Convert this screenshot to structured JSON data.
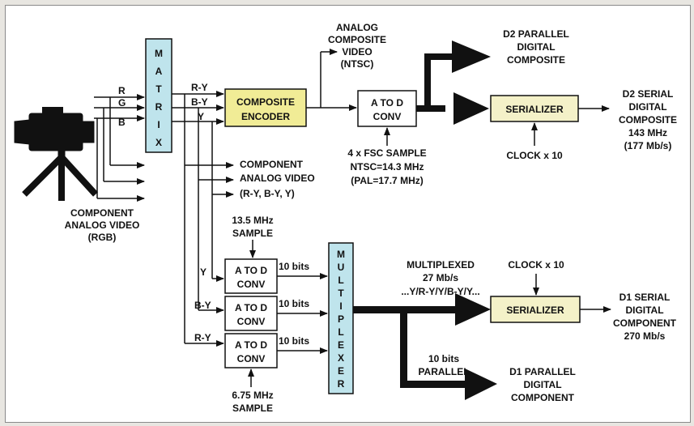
{
  "colors": {
    "line": "#111111",
    "panel": "#ffffff",
    "page_bg": "#e8e6e1",
    "matrix_fill": "#bfe4ec",
    "multiplexer_fill": "#bfe4ec",
    "encoder_fill": "#f1ec96",
    "serializer_fill": "#f4f1c8",
    "converter_fill": "#ffffff"
  },
  "icons": {
    "camera": "video-camera-on-tripod-icon"
  },
  "matrix": {
    "letters": [
      "M",
      "A",
      "T",
      "R",
      "I",
      "X"
    ]
  },
  "multiplexer": {
    "letters": [
      "M",
      "U",
      "L",
      "T",
      "I",
      "P",
      "L",
      "E",
      "X",
      "E",
      "R"
    ]
  },
  "camera_outputs": [
    "R",
    "G",
    "B"
  ],
  "matrix_outputs": [
    "R-Y",
    "B-Y",
    "Y"
  ],
  "labels": {
    "component_rgb": [
      "COMPONENT",
      "ANALOG VIDEO",
      "(RGB)"
    ],
    "component_analog": [
      "COMPONENT",
      "ANALOG VIDEO",
      "(R-Y, B-Y, Y)"
    ],
    "analog_composite": [
      "ANALOG",
      "COMPOSITE",
      "VIDEO",
      "(NTSC)"
    ],
    "fsc_sample": [
      "4 x FSC SAMPLE",
      "NTSC=14.3 MHz",
      "(PAL=17.7 MHz)"
    ],
    "d2_parallel": [
      "D2 PARALLEL",
      "DIGITAL",
      "COMPOSITE"
    ],
    "d2_serial": [
      "D2 SERIAL",
      "DIGITAL",
      "COMPOSITE",
      "143 MHz",
      "(177 Mb/s)"
    ],
    "sample_13_5": [
      "13.5 MHz",
      "SAMPLE"
    ],
    "sample_6_75": [
      "6.75 MHz",
      "SAMPLE"
    ],
    "multiplexed": [
      "MULTIPLEXED",
      "27 Mb/s",
      "...Y/R-Y/Y/B-Y/Y..."
    ],
    "ten_bits_parallel": [
      "10 bits",
      "PARALLEL"
    ],
    "d1_serial": [
      "D1 SERIAL",
      "DIGITAL",
      "COMPONENT",
      "270 Mb/s"
    ],
    "d1_parallel": [
      "D1 PARALLEL",
      "DIGITAL",
      "COMPONENT"
    ],
    "clock_top": "CLOCK x 10",
    "clock_bottom": "CLOCK x 10"
  },
  "blocks": {
    "composite_encoder": [
      "COMPOSITE",
      "ENCODER"
    ],
    "atod_composite": [
      "A TO D",
      "CONV"
    ],
    "serializer_top": "SERIALIZER",
    "serializer_bottom": "SERIALIZER",
    "atod_y": [
      "A TO D",
      "CONV"
    ],
    "atod_by": [
      "A TO D",
      "CONV"
    ],
    "atod_ry": [
      "A TO D",
      "CONV"
    ]
  },
  "channels": {
    "y_label": "Y",
    "by_label": "B-Y",
    "ry_label": "R-Y",
    "bits_y": "10 bits",
    "bits_by": "10 bits",
    "bits_ry": "10 bits"
  }
}
